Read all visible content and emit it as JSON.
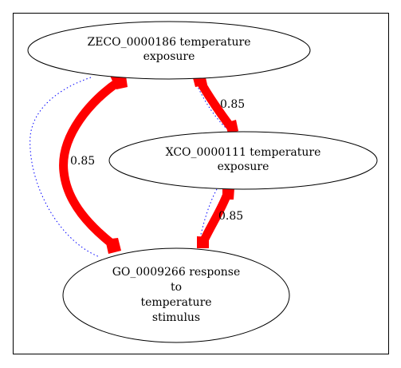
{
  "diagram": {
    "nodes": [
      {
        "id": "zeco",
        "lines": [
          "ZECO_0000186 temperature",
          "exposure"
        ]
      },
      {
        "id": "xco",
        "lines": [
          "XCO_0000111 temperature",
          "exposure"
        ]
      },
      {
        "id": "go",
        "lines": [
          "GO_0009266 response",
          "to",
          "temperature",
          "stimulus"
        ]
      }
    ],
    "edges": [
      {
        "from": "zeco",
        "to": "go",
        "label": "0.85",
        "color": "#ff0000"
      },
      {
        "from": "zeco",
        "to": "xco",
        "label": "0.85",
        "color": "#ff0000"
      },
      {
        "from": "xco",
        "to": "go",
        "label": "0.85",
        "color": "#ff0000"
      }
    ],
    "dotted_color": "#0000ff",
    "border_color": "#000000"
  }
}
